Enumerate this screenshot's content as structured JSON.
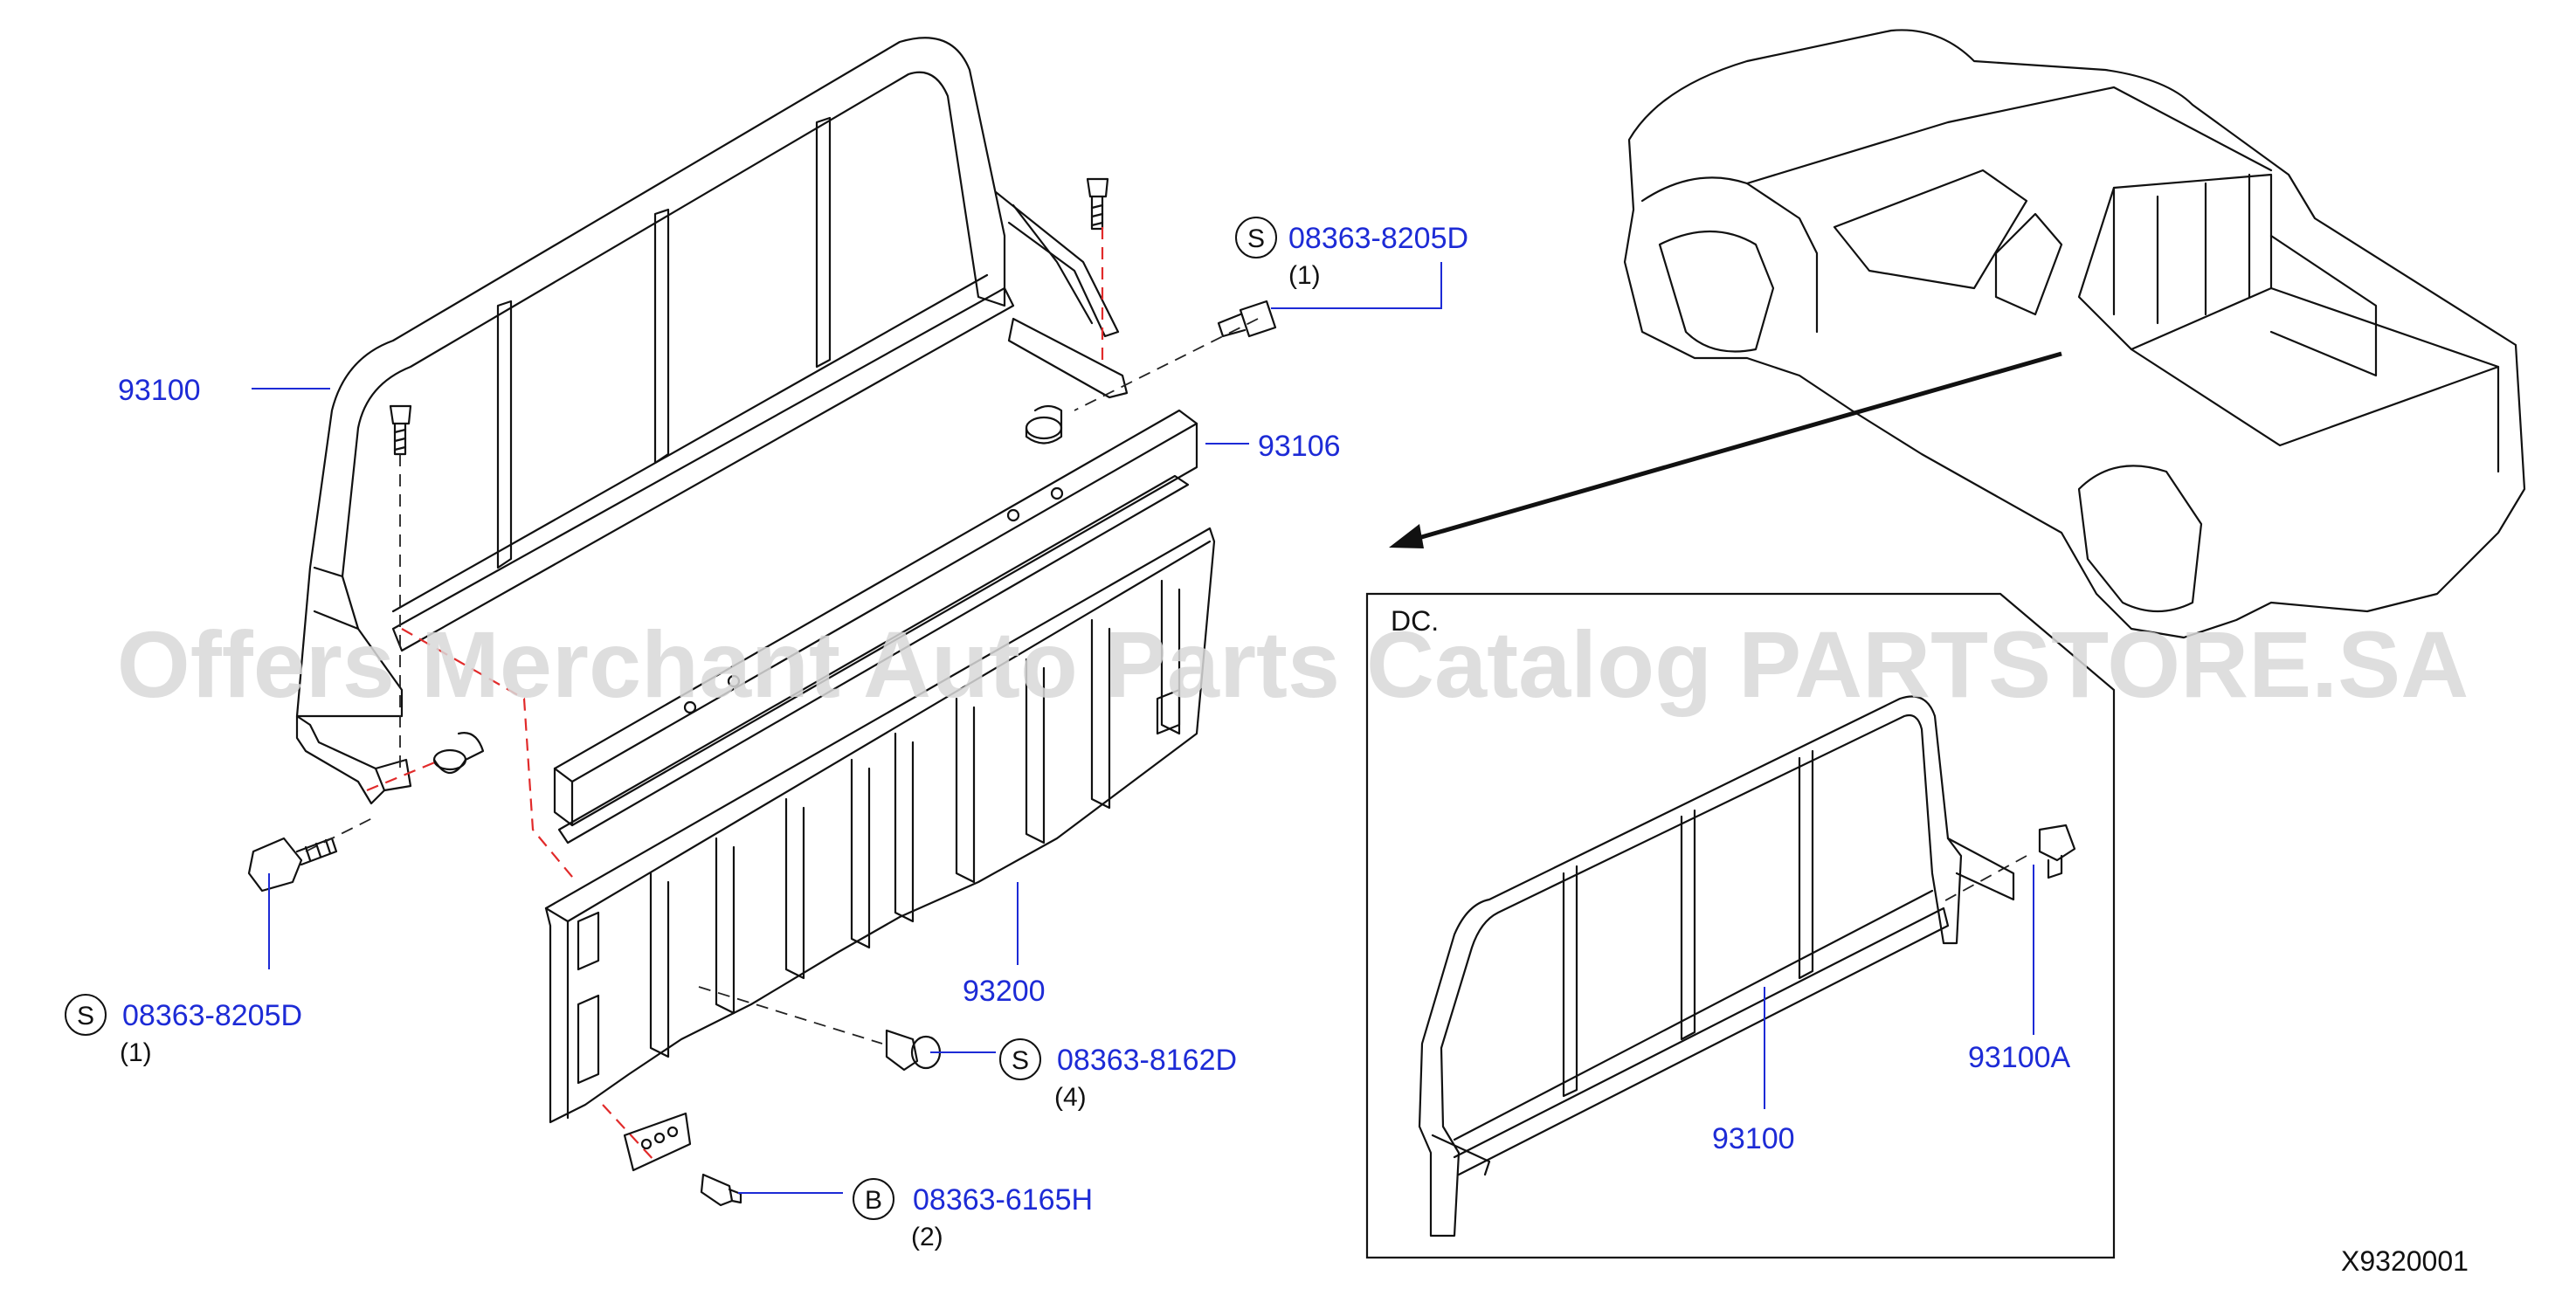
{
  "watermark": "Offers Merchant Auto Parts Catalog PARTSTORE.SA",
  "diagram_code": "X9320001",
  "inset_label": "DC.",
  "callouts": {
    "rack_main": {
      "part_no": "93100"
    },
    "rail": {
      "part_no": "93106"
    },
    "panel": {
      "part_no": "93200"
    },
    "bolt_right": {
      "symbol": "S",
      "part_no": "08363-8205D",
      "qty": "(1)"
    },
    "bolt_left": {
      "symbol": "S",
      "part_no": "08363-8205D",
      "qty": "(1)"
    },
    "bolt_center": {
      "symbol": "S",
      "part_no": "08363-8162D",
      "qty": "(4)"
    },
    "bolt_bottom": {
      "symbol": "B",
      "part_no": "08363-6165H",
      "qty": "(2)"
    },
    "inset_rack": {
      "part_no": "93100"
    },
    "inset_bolt": {
      "part_no": "93100A"
    }
  },
  "colors": {
    "part_number": "#1d2bd6",
    "alignment_line": "#e12a2a",
    "outline": "#111111"
  }
}
